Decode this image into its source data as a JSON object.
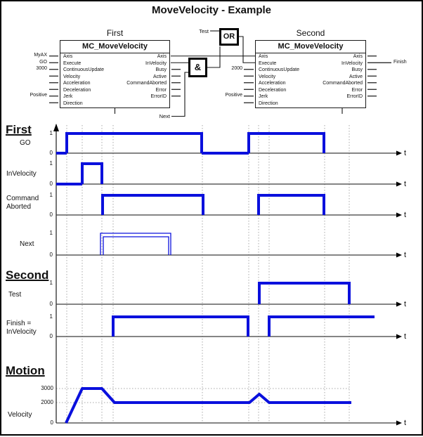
{
  "title": "MoveVelocity - Example",
  "axis_label": "t",
  "function_blocks": [
    {
      "instance_name": "First",
      "type_name": "MC_MoveVelocity",
      "inputs": [
        "Axis",
        "Execute",
        "ContinuousUpdate",
        "Velocity",
        "Acceleration",
        "Deceleration",
        "Jerk",
        "Direction"
      ],
      "outputs": [
        "Axis",
        "InVelocity",
        "Busy",
        "Active",
        "CommandAborted",
        "Error",
        "ErrorID"
      ],
      "input_connections": [
        "MyAX",
        "GO",
        "3000",
        "",
        "",
        "",
        "Positive",
        ""
      ],
      "output_connections": [
        "",
        "",
        "",
        "",
        "",
        "",
        ""
      ]
    },
    {
      "instance_name": "Second",
      "type_name": "MC_MoveVelocity",
      "inputs": [
        "Axis",
        "Execute",
        "ContinuousUpdate",
        "Velocity",
        "Acceleration",
        "Deceleration",
        "Jerk",
        "Direction"
      ],
      "outputs": [
        "Axis",
        "InVelocity",
        "Busy",
        "Active",
        "CommandAborted",
        "Error",
        "ErrorID"
      ],
      "input_connections": [
        "",
        "",
        "2000",
        "",
        "",
        "",
        "Positive",
        ""
      ],
      "output_connections": [
        "",
        "Finish",
        "",
        "",
        "",
        "",
        ""
      ]
    }
  ],
  "gates": [
    {
      "name": "and-gate",
      "label": "&"
    },
    {
      "name": "or-gate",
      "label": "OR"
    }
  ],
  "wire_labels": {
    "test": "Test",
    "next": "Next"
  },
  "grid_times": [
    95,
    117,
    145,
    161,
    288,
    354,
    368,
    383,
    462,
    497
  ],
  "timing_sections": [
    {
      "heading": "First",
      "signals": [
        {
          "label_lines": [
            "GO"
          ],
          "high_tick": "1",
          "low_tick": "0",
          "style": "thick",
          "pulses": [
            [
              95,
              287
            ],
            [
              354,
              461
            ]
          ],
          "baseline_segments": [
            [
              80,
              95
            ],
            [
              287,
              354
            ]
          ]
        },
        {
          "label_lines": [
            "InVelocity"
          ],
          "high_tick": "1",
          "low_tick": "0",
          "style": "thick",
          "pulses": [
            [
              117,
              145
            ]
          ],
          "baseline_segments": [
            [
              80,
              117
            ]
          ]
        },
        {
          "label_lines": [
            "Command",
            "Aborted"
          ],
          "high_tick": "1",
          "low_tick": "0",
          "style": "thick",
          "pulses": [
            [
              146,
              289
            ],
            [
              368,
              461
            ]
          ],
          "baseline_segments": []
        },
        {
          "label_lines": [
            "Next"
          ],
          "high_tick": "1",
          "low_tick": "0",
          "style": "thin",
          "pulses": [
            [
              143,
              243
            ],
            [
              147,
              240
            ]
          ],
          "baseline_segments": []
        }
      ]
    },
    {
      "heading": "Second",
      "signals": [
        {
          "label_lines": [
            "Test"
          ],
          "high_tick": "1",
          "low_tick": "0",
          "style": "thick",
          "pulses": [
            [
              369,
              497
            ]
          ],
          "baseline_segments": []
        },
        {
          "label_lines": [
            "Finish =",
            "InVelocity"
          ],
          "high_tick": "1",
          "low_tick": "0",
          "style": "thick",
          "pulses": [
            [
              161,
              353
            ],
            [
              383,
              533,
              "open"
            ]
          ],
          "baseline_segments": []
        }
      ]
    },
    {
      "heading": "Motion",
      "velocity": {
        "label": "Velocity",
        "y_ticks": [
          "3000",
          "2000",
          "0"
        ],
        "y_tick_values": [
          3000,
          2000,
          0
        ],
        "profile": [
          [
            94,
            0
          ],
          [
            117,
            3000
          ],
          [
            145,
            3000
          ],
          [
            163,
            2000
          ],
          [
            355,
            2000
          ],
          [
            369,
            2600
          ],
          [
            383,
            2000
          ],
          [
            500,
            2000
          ]
        ]
      }
    }
  ],
  "colors": {
    "signal_blue": "#0a10dd",
    "axis_dark": "#3c3c3c",
    "grid_gray": "#a8a8a8",
    "wire_black": "#141414"
  }
}
